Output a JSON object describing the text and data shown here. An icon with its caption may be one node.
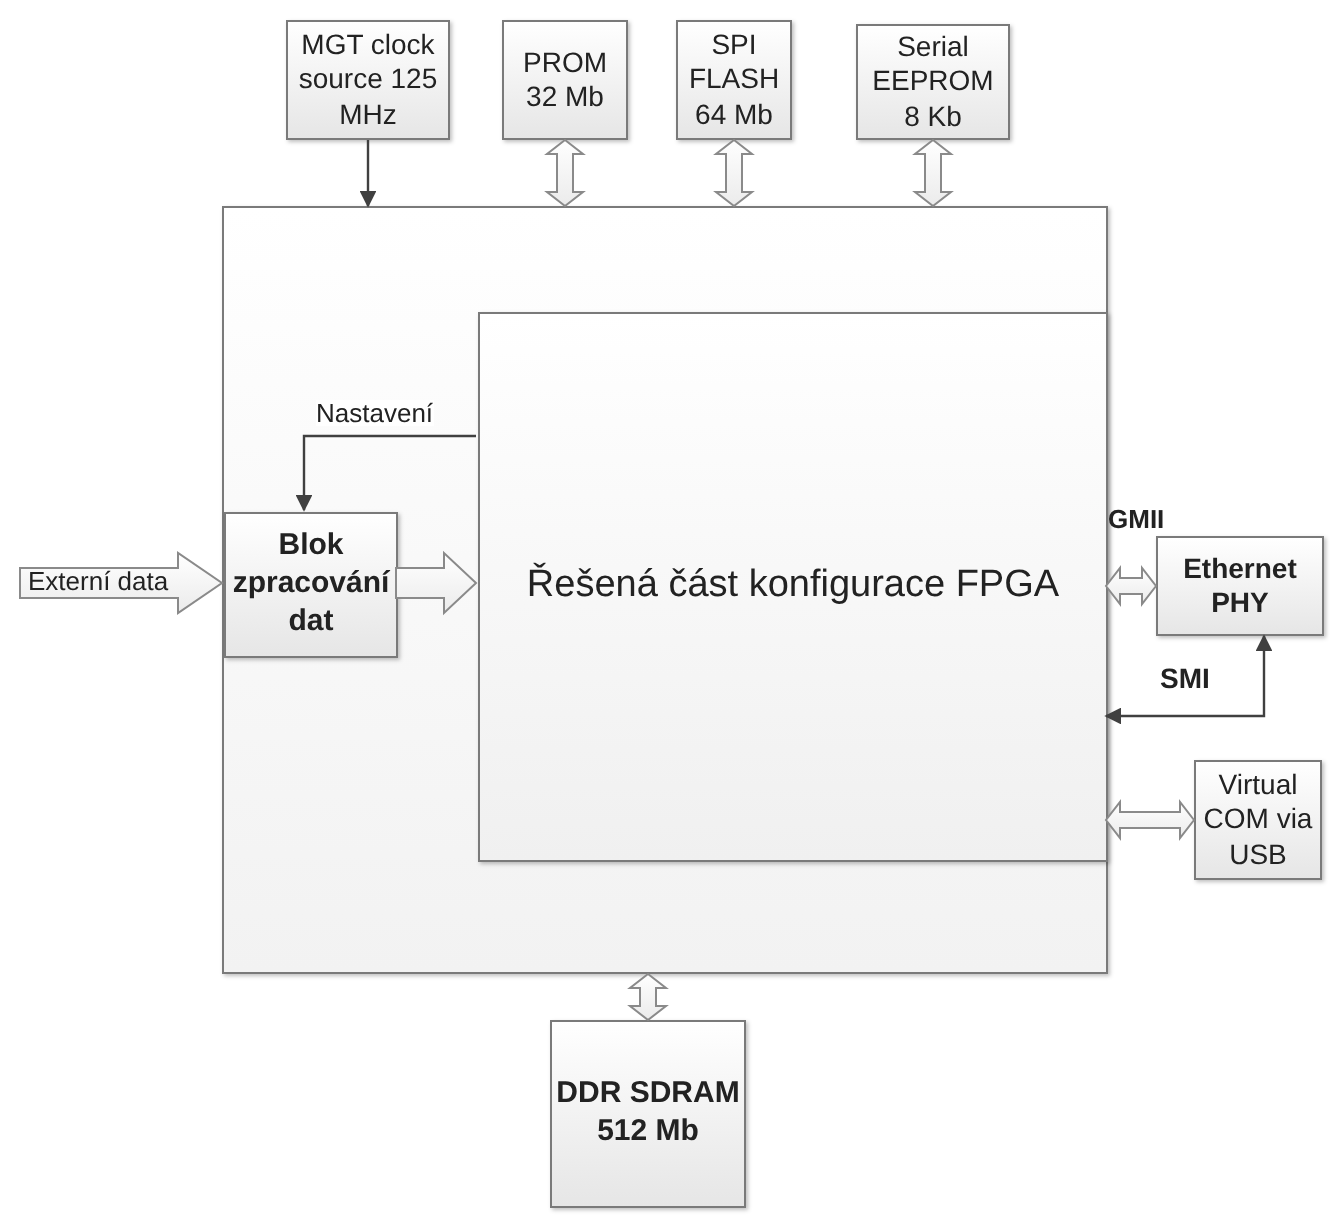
{
  "diagram": {
    "nodes": [
      {
        "text": [
          "MGT clock source 125 MHz"
        ]
      },
      {
        "text": [
          "PROM 32 Mb"
        ]
      },
      {
        "text": [
          "SPI FLASH 64 Mb"
        ]
      },
      {
        "text": [
          "Serial EEPROM 8 Kb"
        ]
      },
      {
        "text": [],
        "shape": "box"
      },
      {
        "text": [
          "Řešená část konfigurace FPGA"
        ],
        "in": 4
      },
      {
        "text": [
          "Blok zpracování dat"
        ],
        "in": 4
      },
      {
        "text": [
          "Ethernet PHY"
        ]
      },
      {
        "text": [
          "Virtual COM via USB"
        ]
      },
      {
        "text": [
          "DDR SDRAM 512 Mb"
        ]
      }
    ],
    "edges": [
      {
        "from": 0,
        "to": 4,
        "arrow": "to"
      },
      {
        "from": 1,
        "to": 4,
        "arrow": "both",
        "style": "thick"
      },
      {
        "from": 2,
        "to": 4,
        "arrow": "both",
        "style": "thick"
      },
      {
        "from": 3,
        "to": 4,
        "arrow": "both",
        "style": "thick"
      },
      {
        "from": 5,
        "to": 6,
        "arrow": "to",
        "label": "Nastavení"
      },
      {
        "from": 6,
        "to": 5,
        "arrow": "to",
        "style": "thick"
      },
      {
        "from": null,
        "to": 6,
        "arrow": "to",
        "style": "thick",
        "label": "Externí data"
      },
      {
        "from": 5,
        "to": 7,
        "arrow": "both",
        "style": "thick",
        "label": "GMII"
      },
      {
        "from": 7,
        "to": 5,
        "arrow": "both",
        "label": "SMI"
      },
      {
        "from": 8,
        "to": 5,
        "arrow": "both",
        "style": "thick"
      },
      {
        "from": 9,
        "to": 4,
        "arrow": "both",
        "style": "thick"
      }
    ]
  }
}
